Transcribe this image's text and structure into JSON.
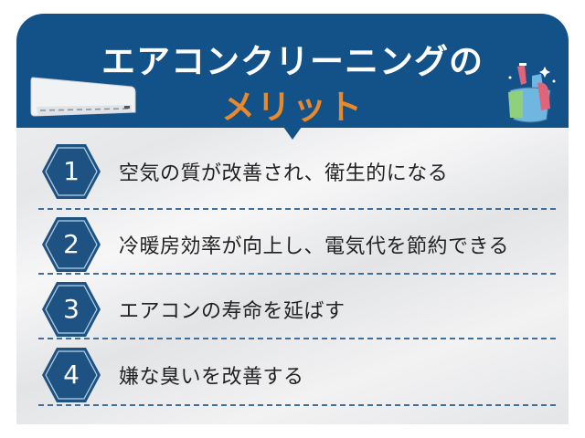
{
  "header": {
    "title_line1": "エアコンクリーニングの",
    "title_line2": "メリット",
    "bg_color": "#135189",
    "title_color": "#ffffff",
    "accent_color": "#e8892c",
    "left_illustration": "air-conditioner-icon",
    "right_illustration": "cleaning-bucket-icon"
  },
  "items": [
    {
      "number": "1",
      "text": "空気の質が改善され、衛生的になる"
    },
    {
      "number": "2",
      "text": "冷暖房効率が向上し、電気代を節約できる"
    },
    {
      "number": "3",
      "text": "エアコンの寿命を延ばす"
    },
    {
      "number": "4",
      "text": "嫌な臭いを改善する"
    }
  ],
  "styles": {
    "hex_fill": "#1e5283",
    "divider_color": "#3d6f9a"
  }
}
